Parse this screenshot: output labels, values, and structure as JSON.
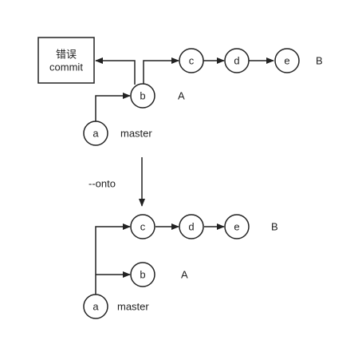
{
  "top": {
    "error_box": {
      "line1": "错误",
      "line2": "commit"
    },
    "nodes": {
      "a": "a",
      "b": "b",
      "c": "c",
      "d": "d",
      "e": "e"
    },
    "labels": {
      "a": "master",
      "b": "A",
      "e": "B"
    }
  },
  "operation_label": "--onto",
  "bottom": {
    "nodes": {
      "a": "a",
      "b": "b",
      "c": "c",
      "d": "d",
      "e": "e"
    },
    "labels": {
      "a": "master",
      "b": "A",
      "e": "B"
    }
  }
}
